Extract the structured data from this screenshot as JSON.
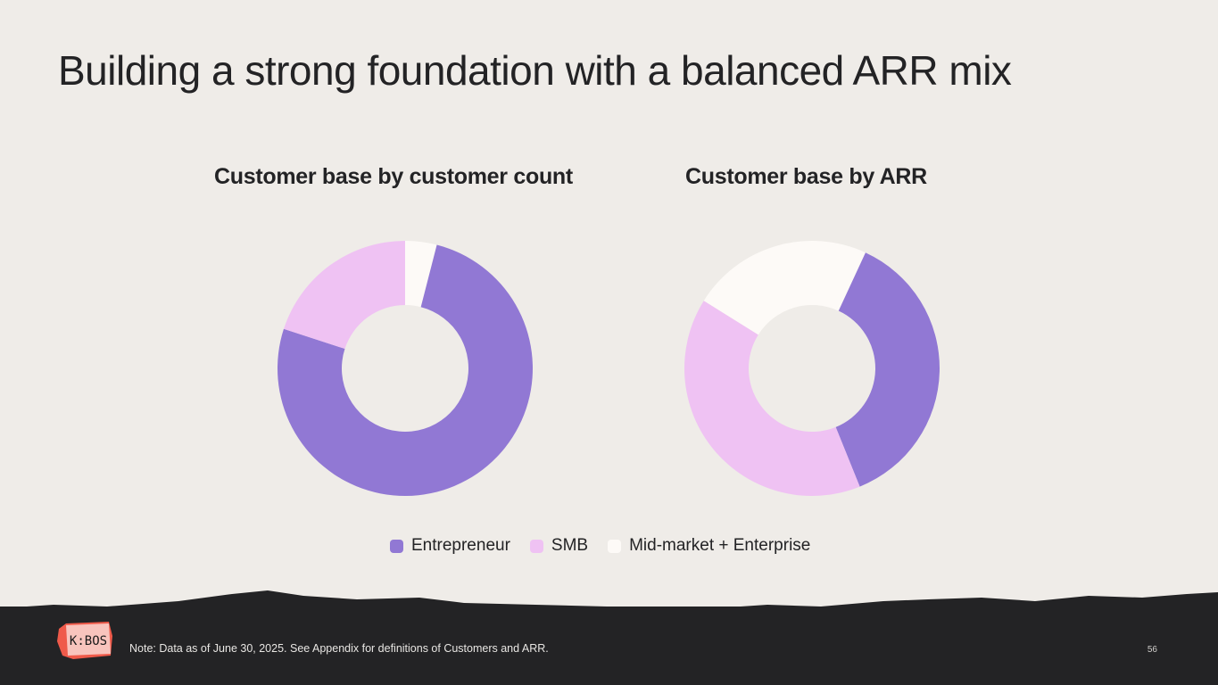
{
  "title": "Building a strong foundation with a balanced ARR mix",
  "colors": {
    "Entrepreneur": "#9178d4",
    "SMB": "#efc2f3",
    "Mid-market + Enterprise": "#fdfaf7"
  },
  "legend": [
    "Entrepreneur",
    "SMB",
    "Mid-market + Enterprise"
  ],
  "chart_data": [
    {
      "type": "pie",
      "donut": true,
      "title": "Customer base by customer count",
      "categories": [
        "Mid-market + Enterprise",
        "Entrepreneur",
        "SMB"
      ],
      "values": [
        4,
        76,
        20
      ],
      "unit": "% (estimated)"
    },
    {
      "type": "pie",
      "donut": true,
      "title": "Customer base by ARR",
      "categories": [
        "Mid-market + Enterprise",
        "Entrepreneur",
        "SMB"
      ],
      "values": [
        23,
        37,
        40
      ],
      "unit": "% (estimated)"
    }
  ],
  "footer": {
    "note": "Note: Data as of June 30, 2025. See Appendix for definitions of Customers and ARR.",
    "page_number": "56",
    "logo_text": "K:BOS"
  }
}
